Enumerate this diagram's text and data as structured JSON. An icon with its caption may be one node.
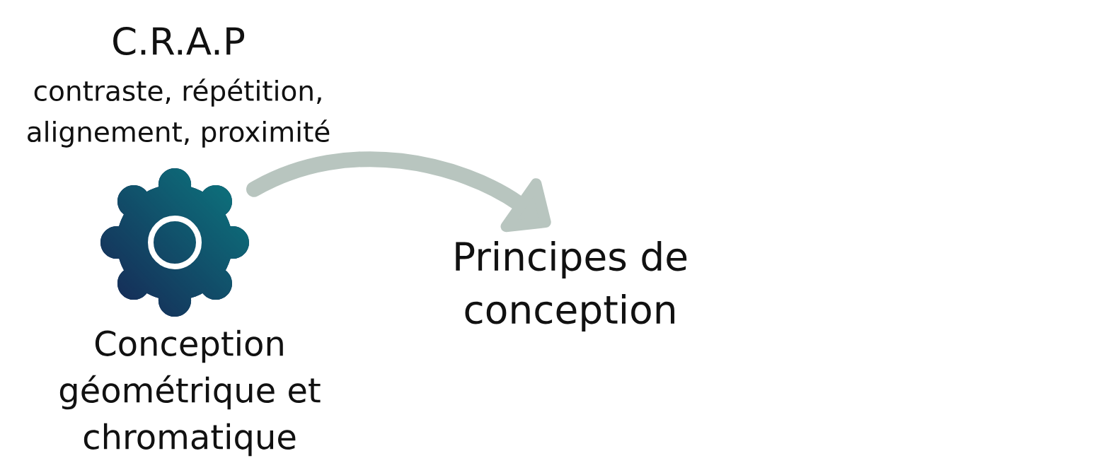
{
  "diagram": {
    "nodes": [
      {
        "text": [],
        "shape": "gear",
        "beside": [
          "Conception géométrique et chromatique"
        ]
      },
      {
        "text": [
          "Principes de conception"
        ]
      }
    ],
    "edges": [
      {
        "from": 0,
        "to": 1,
        "arrow": "to",
        "color": "#b8c5bf"
      }
    ],
    "labels": [
      "C.R.A.P",
      "contraste, répétition, alignement, proximité"
    ]
  }
}
